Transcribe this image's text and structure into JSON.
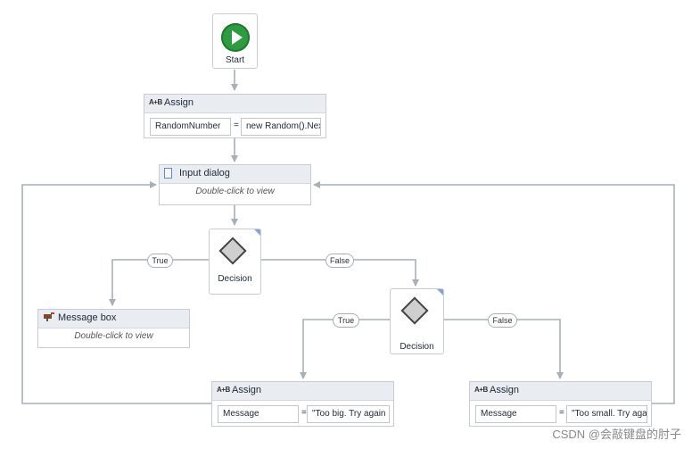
{
  "nodes": {
    "start": {
      "label": "Start"
    },
    "assign_random": {
      "title": "Assign",
      "icon_text": "A+B",
      "left": "RandomNumber",
      "op": "=",
      "right": "new Random().Nex"
    },
    "input_dialog": {
      "title": "Input dialog",
      "hint": "Double-click to view"
    },
    "decision1": {
      "label": "Decision"
    },
    "message_box": {
      "title": "Message box",
      "hint": "Double-click to view"
    },
    "decision2": {
      "label": "Decision"
    },
    "assign_big": {
      "title": "Assign",
      "icon_text": "A+B",
      "left": "Message",
      "op": "=",
      "right": "\"Too big. Try again"
    },
    "assign_small": {
      "title": "Assign",
      "icon_text": "A+B",
      "left": "Message",
      "op": "=",
      "right": "\"Too small. Try aga"
    }
  },
  "branch_labels": {
    "d1_true": "True",
    "d1_false": "False",
    "d2_true": "True",
    "d2_false": "False"
  },
  "colors": {
    "wire": "#a9afb8",
    "start_green": "#2e9b42",
    "header_bg": "#e9ecf1"
  },
  "watermark": "CSDN @会敲键盘的肘子"
}
